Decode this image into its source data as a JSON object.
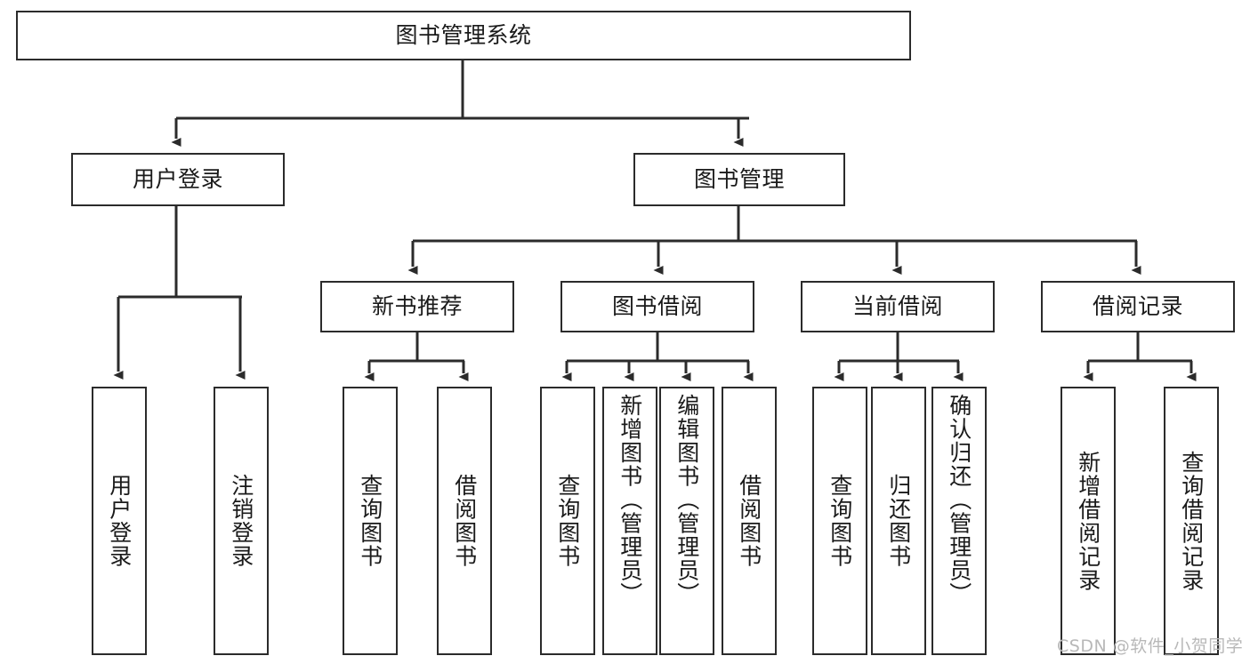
{
  "diagram": {
    "title": "图书管理系统",
    "type": "hierarchy-tree",
    "watermark": "CSDN @软件_小贺同学",
    "root": {
      "id": "root",
      "label": "图书管理系统",
      "orientation": "horizontal"
    },
    "level2": [
      {
        "id": "user-login",
        "label": "用户登录",
        "orientation": "horizontal"
      },
      {
        "id": "book-management",
        "label": "图书管理",
        "orientation": "horizontal"
      }
    ],
    "level3": [
      {
        "id": "new-book-recommend",
        "label": "新书推荐",
        "orientation": "horizontal",
        "parent": "book-management"
      },
      {
        "id": "book-borrow",
        "label": "图书借阅",
        "orientation": "horizontal",
        "parent": "book-management"
      },
      {
        "id": "current-borrow",
        "label": "当前借阅",
        "orientation": "horizontal",
        "parent": "book-management"
      },
      {
        "id": "borrow-record",
        "label": "借阅记录",
        "orientation": "horizontal",
        "parent": "book-management"
      }
    ],
    "leaves": [
      {
        "id": "leaf-user-login",
        "label": "用户登录",
        "orientation": "vertical",
        "parent": "user-login"
      },
      {
        "id": "leaf-logout-login",
        "label": "注销登录",
        "orientation": "vertical",
        "parent": "user-login"
      },
      {
        "id": "leaf-query-book-1",
        "label": "查询图书",
        "orientation": "vertical",
        "parent": "new-book-recommend"
      },
      {
        "id": "leaf-borrow-book-1",
        "label": "借阅图书",
        "orientation": "vertical",
        "parent": "new-book-recommend"
      },
      {
        "id": "leaf-query-book-2",
        "label": "查询图书",
        "orientation": "vertical",
        "parent": "book-borrow"
      },
      {
        "id": "leaf-add-book",
        "label": "新增图书（管理员）",
        "orientation": "vertical",
        "parent": "book-borrow"
      },
      {
        "id": "leaf-edit-book",
        "label": "编辑图书（管理员）",
        "orientation": "vertical",
        "parent": "book-borrow"
      },
      {
        "id": "leaf-borrow-book-2",
        "label": "借阅图书",
        "orientation": "vertical",
        "parent": "book-borrow"
      },
      {
        "id": "leaf-query-book-3",
        "label": "查询图书",
        "orientation": "vertical",
        "parent": "current-borrow"
      },
      {
        "id": "leaf-return-book",
        "label": "归还图书",
        "orientation": "vertical",
        "parent": "current-borrow"
      },
      {
        "id": "leaf-confirm-return",
        "label": "确认归还（管理员）",
        "orientation": "vertical",
        "parent": "current-borrow"
      },
      {
        "id": "leaf-add-record",
        "label": "新增借阅记录",
        "orientation": "vertical",
        "parent": "borrow-record"
      },
      {
        "id": "leaf-query-record",
        "label": "查询借阅记录",
        "orientation": "vertical",
        "parent": "borrow-record"
      }
    ],
    "colors": {
      "stroke": "#2b2b2b",
      "fill": "#ffffff",
      "text": "#1a1a1a",
      "watermark": "#b8b8b8",
      "background": "#ffffff"
    }
  }
}
